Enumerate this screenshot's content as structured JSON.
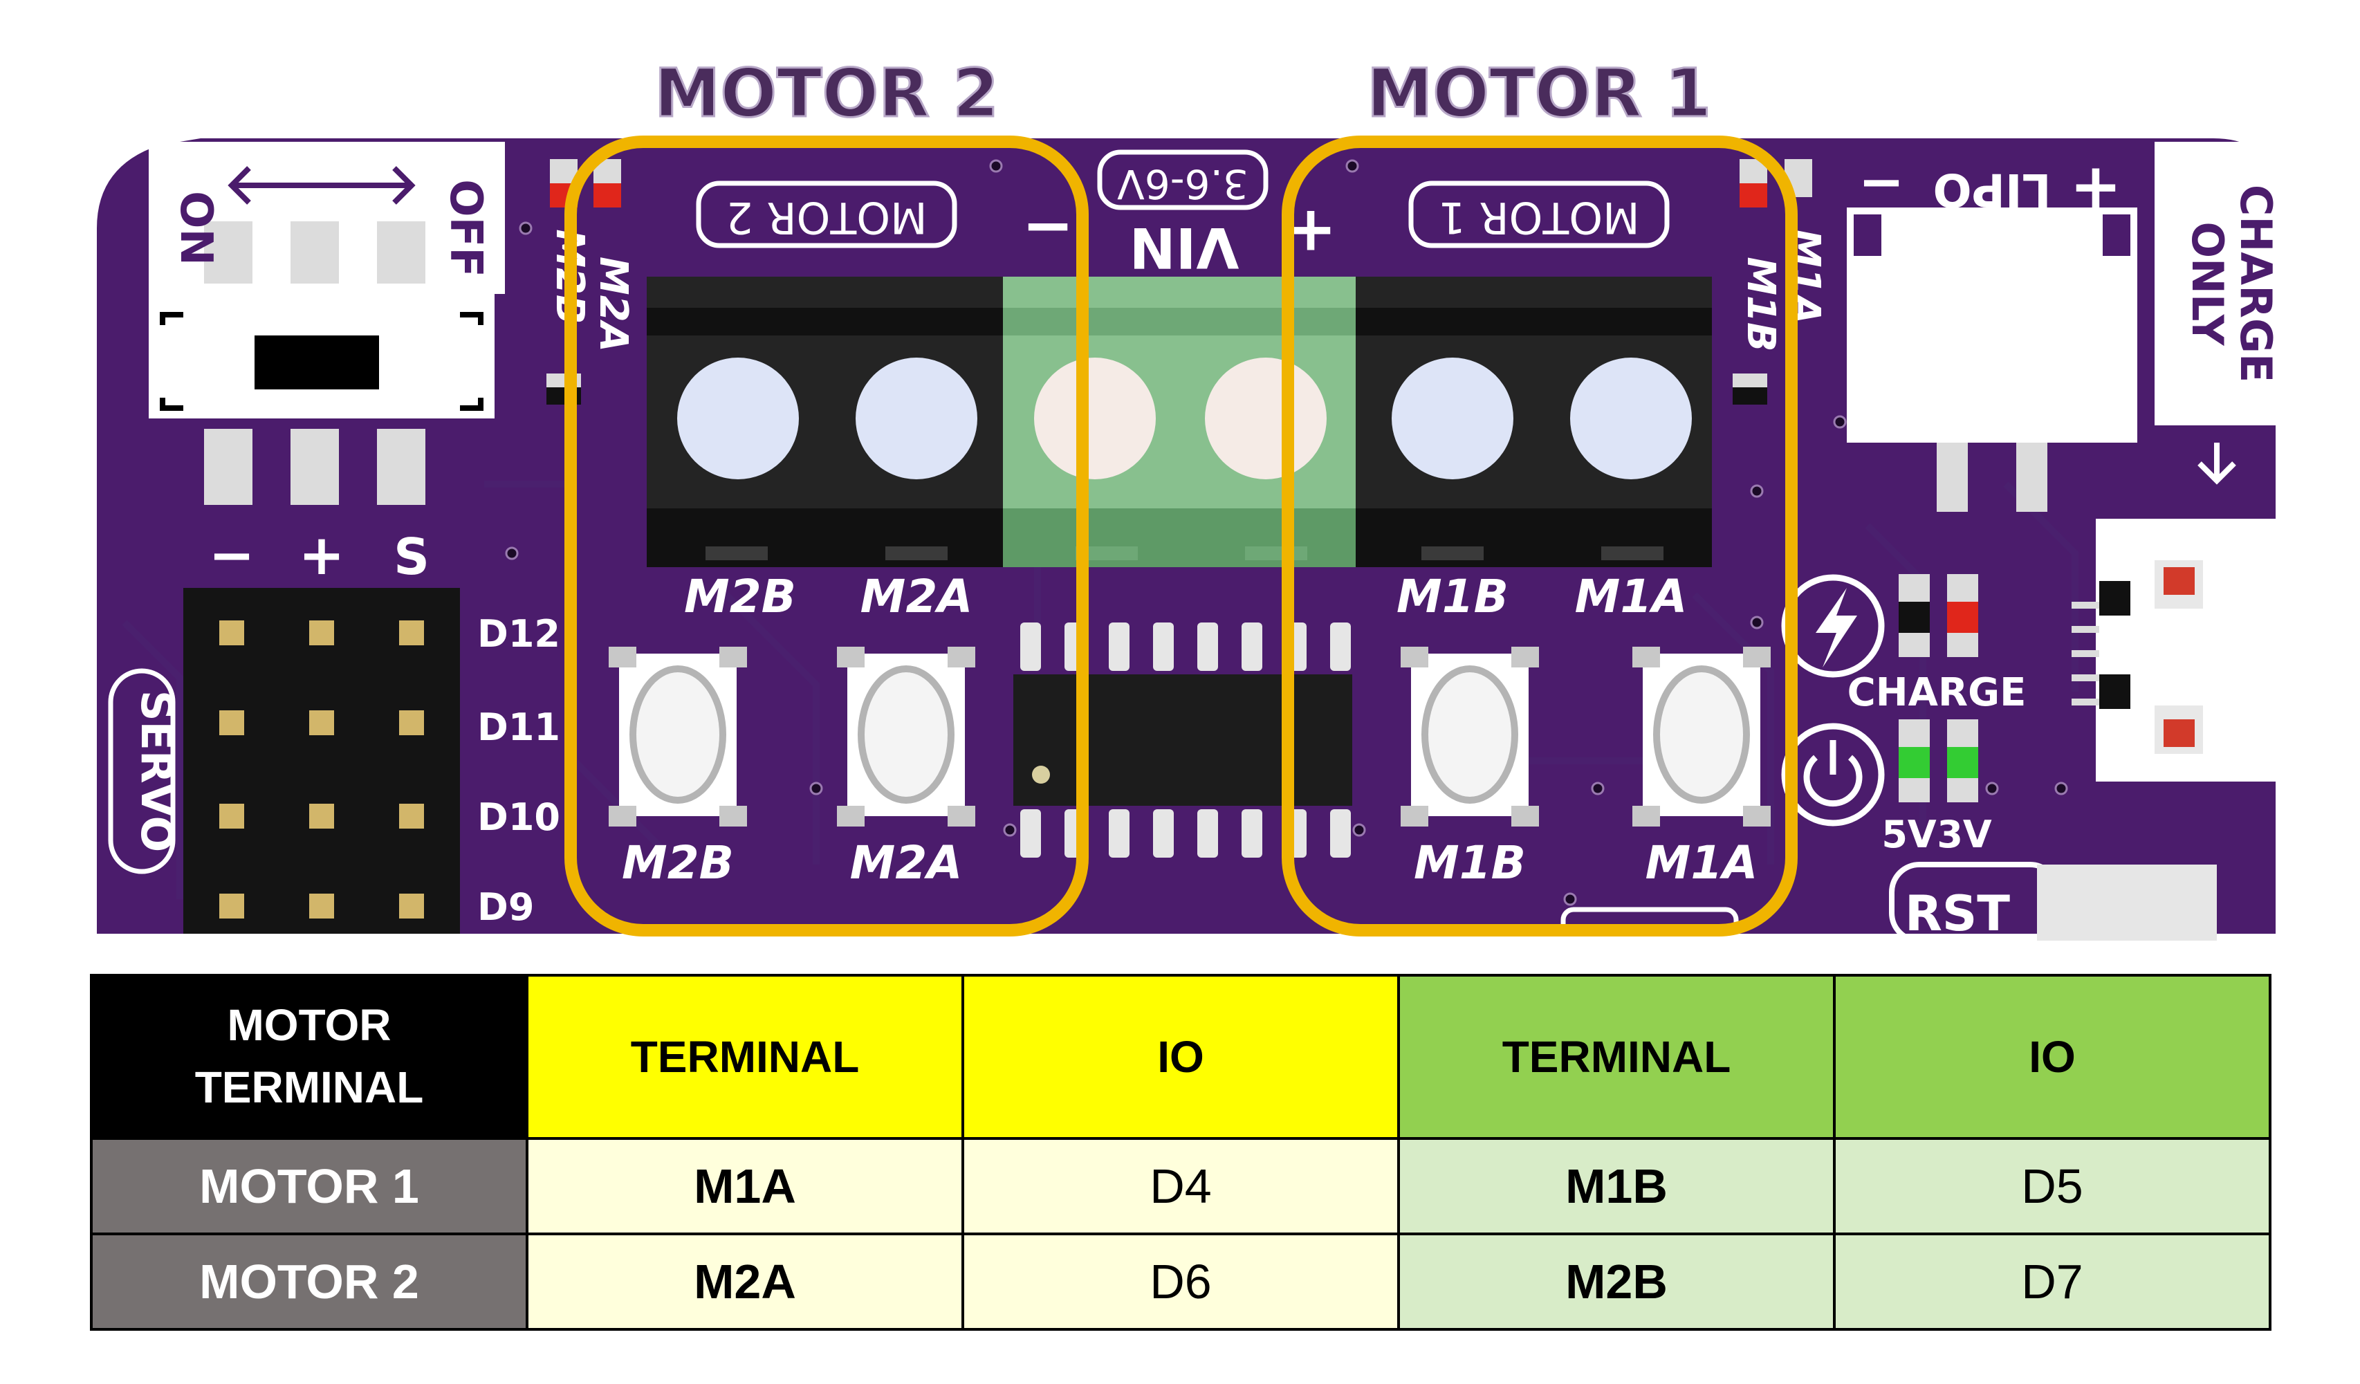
{
  "callouts": {
    "motor2": "MOTOR 2",
    "motor1": "MOTOR 1"
  },
  "board": {
    "switch_on": "ON",
    "switch_off": "OFF",
    "motor2_box": "MOTOR 2",
    "motor1_box": "MOTOR 1",
    "vin_range": "3.6-6V",
    "vin": "VIN",
    "vin_minus": "−",
    "vin_plus": "+",
    "lipo": "LIPO",
    "lipo_minus": "−",
    "lipo_plus": "+",
    "charge_only_1": "CHARGE",
    "charge_only_2": "ONLY",
    "servo_minus": "−",
    "servo_plus": "+",
    "servo_s": "S",
    "servo": "SERVO",
    "servo_pins": [
      "D12",
      "D11",
      "D10",
      "D9"
    ],
    "edge_m2b": "M2B",
    "edge_m2a": "M2A",
    "edge_m1b": "M1B",
    "edge_m1a": "M1A",
    "term_m2b": "M2B",
    "term_m2a": "M2A",
    "term_m1b": "M1B",
    "term_m1a": "M1A",
    "btn_m2b": "M2B",
    "btn_m2a": "M2A",
    "btn_m1b": "M1B",
    "btn_m1a": "M1A",
    "charge": "CHARGE",
    "led_5v": "5V",
    "led_3v": "3V",
    "rst": "RST"
  },
  "table": {
    "corner_line1": "MOTOR",
    "corner_line2": "TERMINAL",
    "headers": [
      "TERMINAL",
      "IO",
      "TERMINAL",
      "IO"
    ],
    "rows": [
      {
        "motor": "MOTOR 1",
        "term_a": "M1A",
        "io_a": "D4",
        "term_b": "M1B",
        "io_b": "D5"
      },
      {
        "motor": "MOTOR 2",
        "term_a": "M2A",
        "io_a": "D6",
        "term_b": "M2B",
        "io_b": "D7"
      }
    ]
  },
  "colors": {
    "pcb": "#4b1c6c",
    "callout": "#f0b400",
    "header_yellow": "#ffff00",
    "header_green": "#92d050",
    "row_gray": "#767171"
  }
}
